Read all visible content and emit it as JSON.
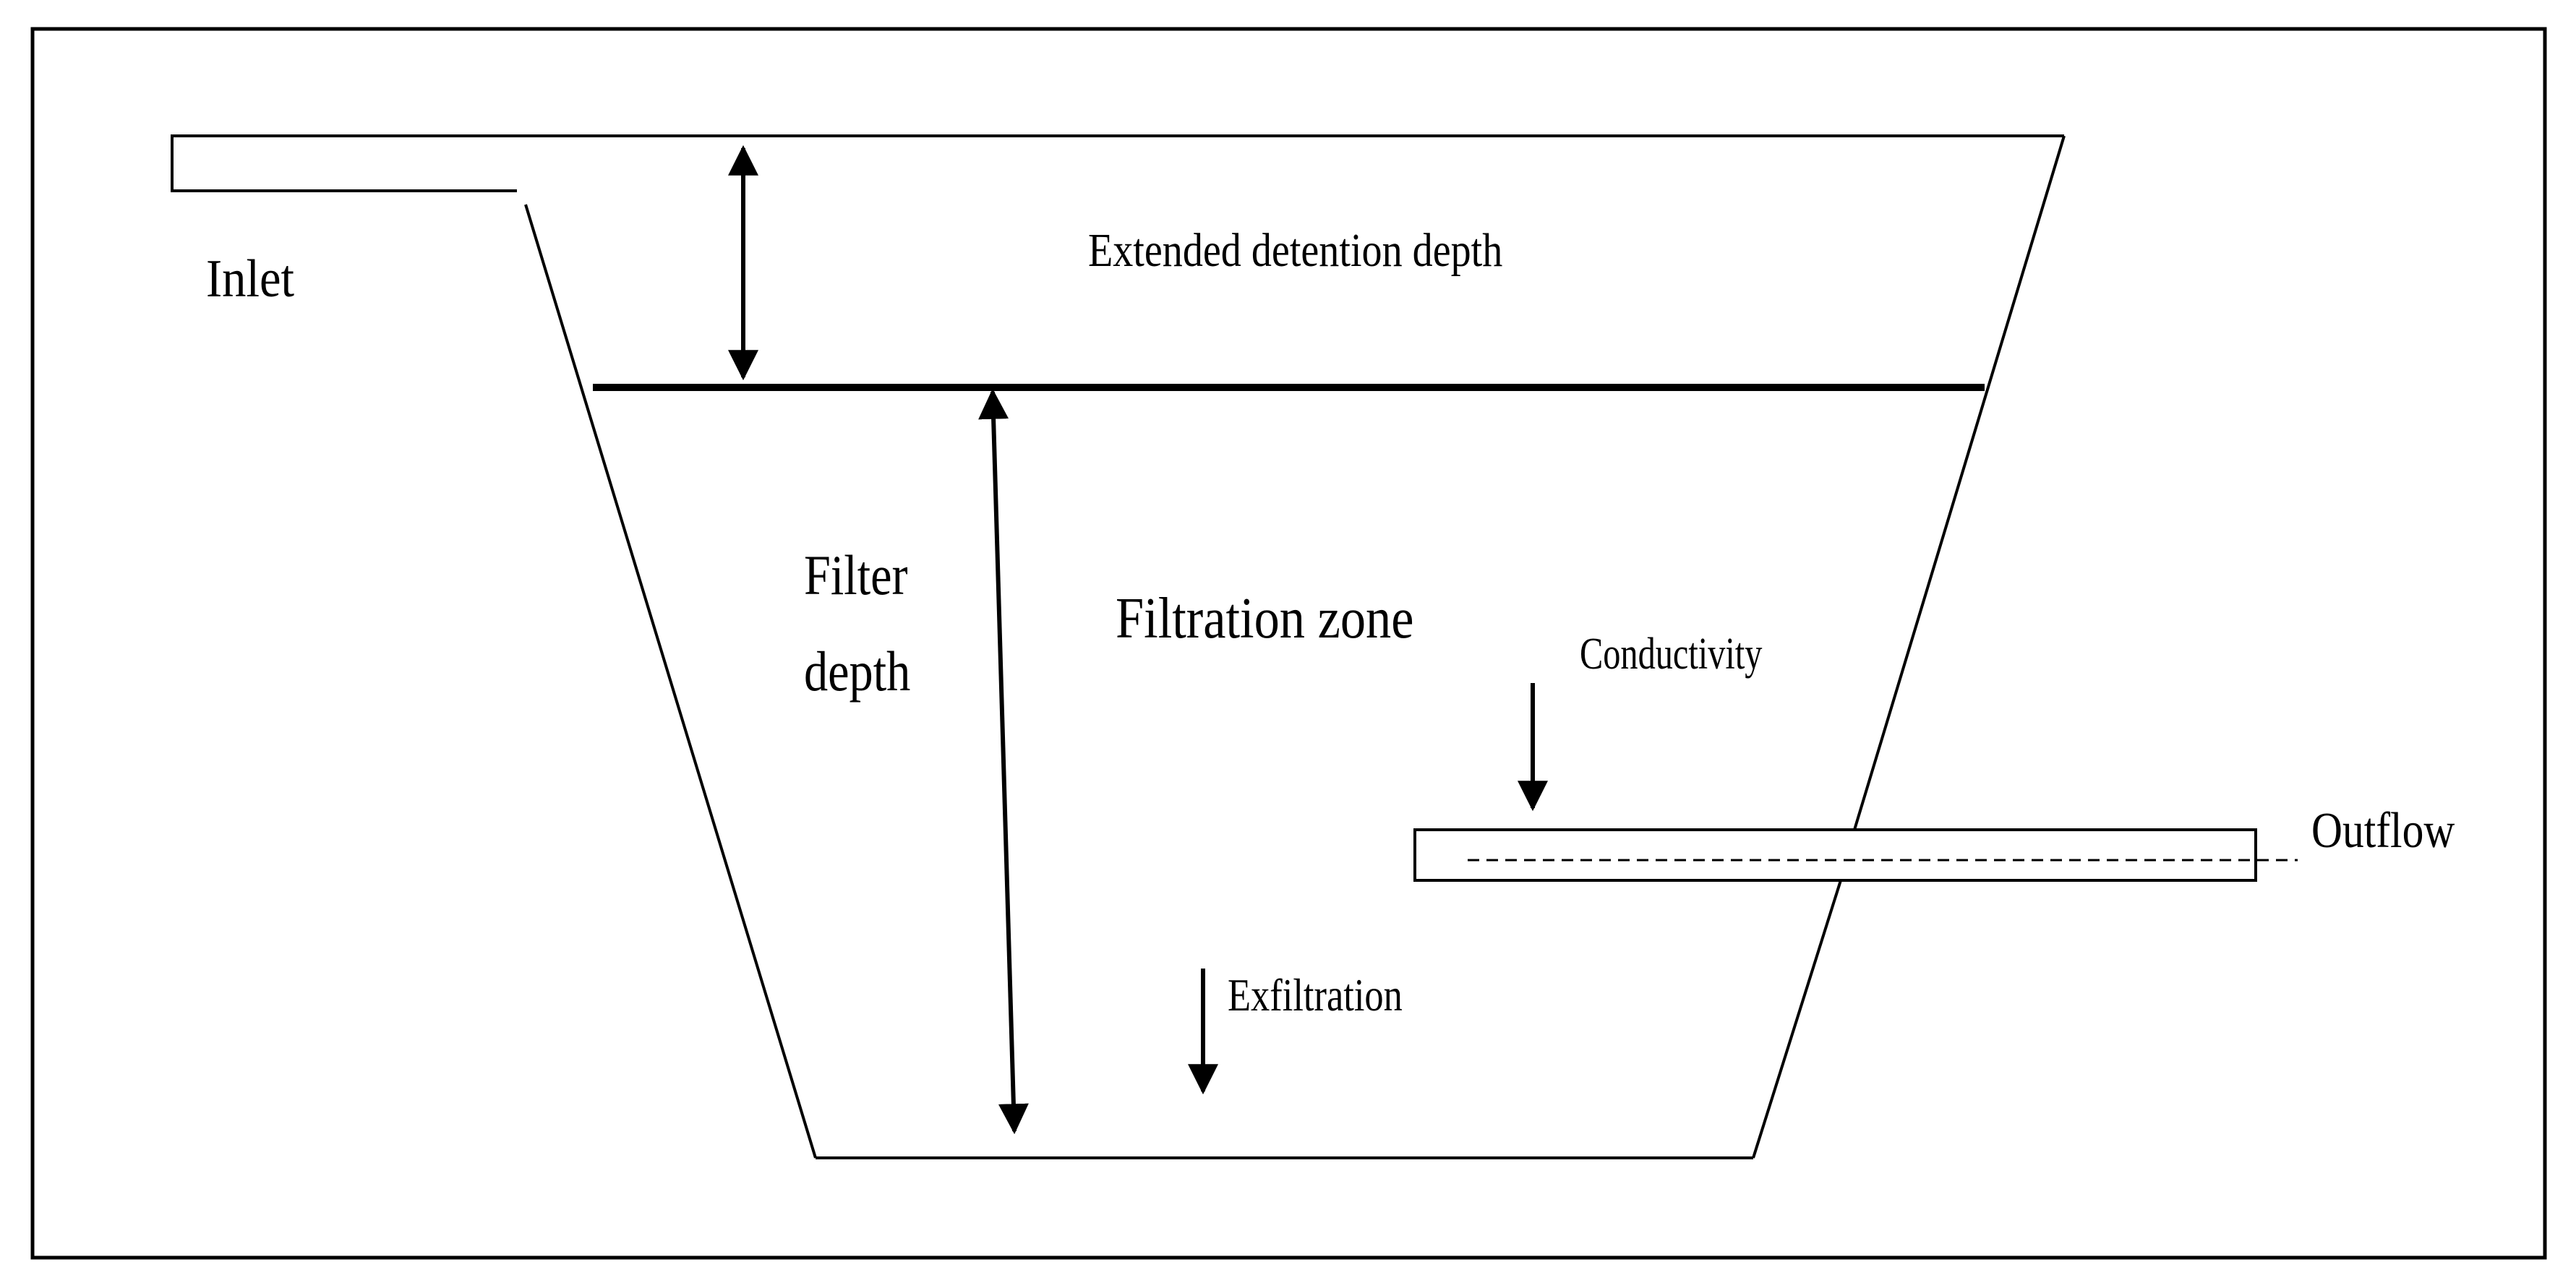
{
  "labels": {
    "inlet": "Inlet",
    "extended_detention_depth": "Extended detention depth",
    "filter": "Filter",
    "depth": "depth",
    "filtration_zone": "Filtration zone",
    "conductivity": "Conductivity",
    "outflow": "Outflow",
    "exfiltration": "Exfiltration"
  },
  "colors": {
    "stroke": "#000000",
    "background": "#ffffff"
  }
}
